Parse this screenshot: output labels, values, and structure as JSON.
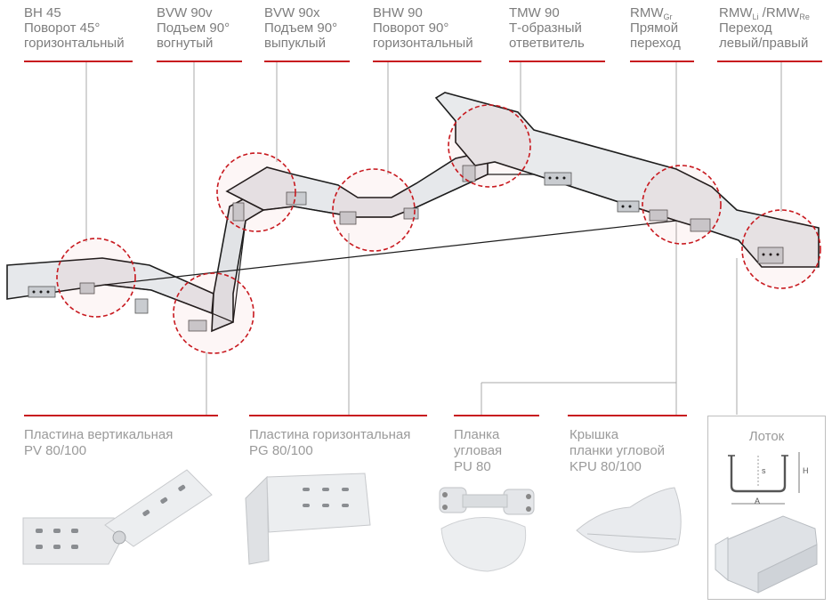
{
  "top_labels": [
    {
      "code": "BH 45",
      "line1": "Поворот 45°",
      "line2": "горизонтальный"
    },
    {
      "code": "BVW 90v",
      "line1": "Подъем 90°",
      "line2": "вогнутый"
    },
    {
      "code": "BVW 90x",
      "line1": "Подъем 90°",
      "line2": "выпуклый"
    },
    {
      "code": "BHW 90",
      "line1": "Поворот 90°",
      "line2": "горизонтальный"
    },
    {
      "code": "TMW 90",
      "line1": "Т-образный",
      "line2": "ответвитель"
    },
    {
      "code": "RMW",
      "code_sub": "Gr",
      "line1": "Прямой",
      "line2": "переход"
    },
    {
      "code": "RMW",
      "code_sub": "Li",
      "code_mid": " /RMW",
      "code_sub2": "Re",
      "line1": "Переход",
      "line2": "левый/правый"
    }
  ],
  "bottom_labels": {
    "pv": {
      "line1": "Пластина вертикальная",
      "line2": "PV 80/100"
    },
    "pg": {
      "line1": "Пластина горизонтальная",
      "line2": "PG 80/100"
    },
    "pu": {
      "line1": "Планка",
      "line2": "угловая",
      "line3": "PU 80"
    },
    "kpu": {
      "line1": "Крышка",
      "line2": "планки угловой",
      "line3": "KPU 80/100"
    },
    "lotok": {
      "title": "Лоток",
      "dim_s": "s",
      "dim_h": "H",
      "dim_a": "A"
    }
  },
  "colors": {
    "accent": "#c8191f",
    "text": "#7d7d7d",
    "metal": "#e3e5e8",
    "outline": "#1d1d1d"
  }
}
